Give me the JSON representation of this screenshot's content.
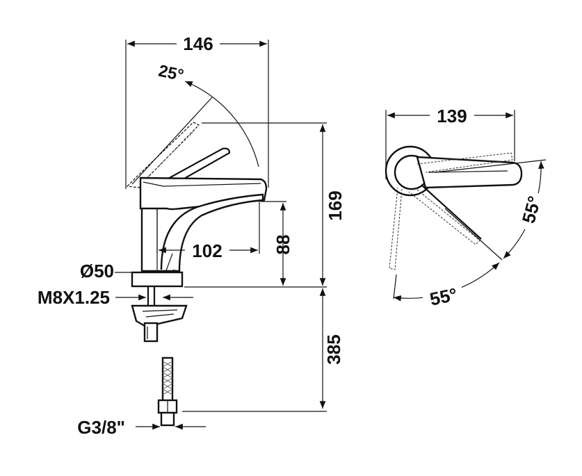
{
  "front_view": {
    "width_label": "146",
    "rotation_label": "25°",
    "height_label": "169",
    "spout_height_label": "88",
    "spout_reach_label": "102",
    "base_diameter_label": "Ø50",
    "thread_label": "M8X1.25",
    "hose_length_label": "385",
    "connection_label": "G3/8\""
  },
  "top_view": {
    "width_label": "139",
    "left_swing_label": "55°",
    "right_swing_label": "55°"
  },
  "colors": {
    "line": "#111111",
    "background": "#ffffff"
  }
}
